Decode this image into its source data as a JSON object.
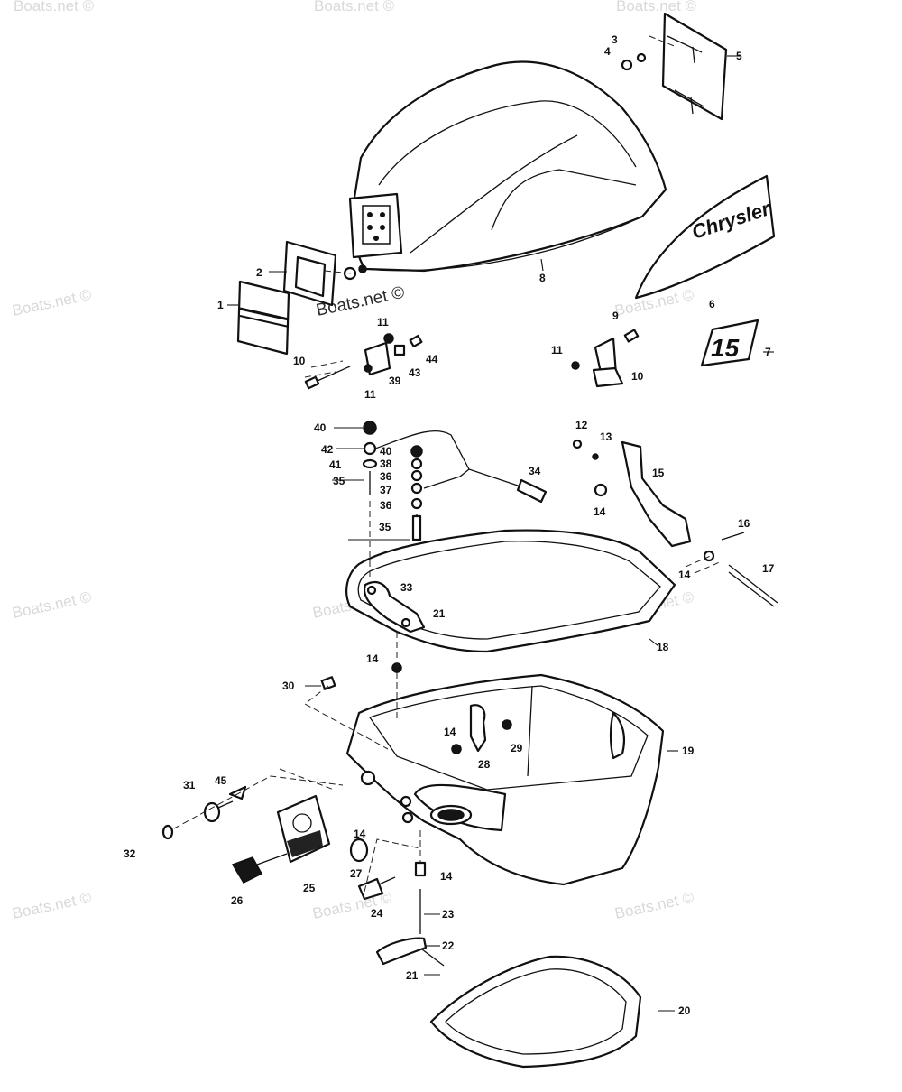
{
  "watermark": "Boats.net ©",
  "cowl_watermark": "Boats.net ©",
  "logo_decal_text": "Chrysler",
  "hp_decal_text": "15",
  "callouts": {
    "c1": "1",
    "c2": "2",
    "c3": "3",
    "c4": "4",
    "c5": "5",
    "c6": "6",
    "c7": "7",
    "c8": "8",
    "c9": "9",
    "c10a": "10",
    "c10b": "10",
    "c11a": "11",
    "c11b": "11",
    "c11c": "11",
    "c12": "12",
    "c13": "13",
    "c14a": "14",
    "c14b": "14",
    "c14c": "14",
    "c14d": "14",
    "c14e": "14",
    "c14f": "14",
    "c15": "15",
    "c16": "16",
    "c17": "17",
    "c18": "18",
    "c19": "19",
    "c20": "20",
    "c21a": "21",
    "c21b": "21",
    "c22": "22",
    "c23": "23",
    "c24": "24",
    "c25": "25",
    "c26": "26",
    "c27": "27",
    "c28": "28",
    "c29": "29",
    "c30": "30",
    "c31": "31",
    "c32": "32",
    "c33": "33",
    "c34": "34",
    "c35a": "35",
    "c35b": "35",
    "c36a": "36",
    "c36b": "36",
    "c37": "37",
    "c38": "38",
    "c39": "39",
    "c40a": "40",
    "c40b": "40",
    "c41": "41",
    "c42": "42",
    "c43": "43",
    "c44": "44",
    "c45": "45"
  }
}
